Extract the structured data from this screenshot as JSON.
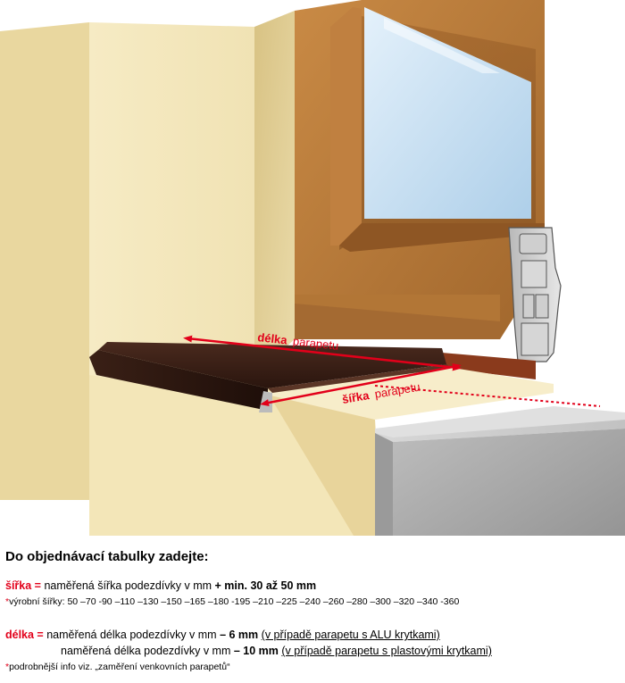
{
  "diagram": {
    "label_delka_bold": "délka",
    "label_delka_rest": "parapetu",
    "label_sirka_bold": "šířka",
    "label_sirka_rest": "parapetu"
  },
  "instructions": {
    "heading": "Do objednávací tabulky zadejte:",
    "sirka": {
      "term": "šířka =",
      "text": " naměřená šířka podezdívky v mm ",
      "bold": "+ min. 30 až 50 mm"
    },
    "sizes": {
      "star": "*",
      "text": "výrobní šířky: 50 –70 -90 –110 –130 –150 –165 –180 -195 –210 –225 –240 –260 –280 –300 –320 –340 -360"
    },
    "delka": {
      "term": "délka =",
      "line1_text": " naměřená délka podezdívky v mm ",
      "line1_bold": "– 6 mm",
      "line1_note": "(v případě parapetu s ALU krytkami)",
      "line2_text": "naměřená délka podezdívky v mm ",
      "line2_bold": "– 10 mm",
      "line2_note": "(v případě parapetu s plastovými krytkami)"
    },
    "footnote": {
      "star": "*",
      "text": "podrobnější info viz. „zaměření venkovních parapetů“"
    }
  },
  "colors": {
    "accent_red": "#e2001a",
    "wall": "#f1e2b0",
    "wood": "#b27636",
    "sill": "#3a2018",
    "stone": "#a9a9a9"
  }
}
